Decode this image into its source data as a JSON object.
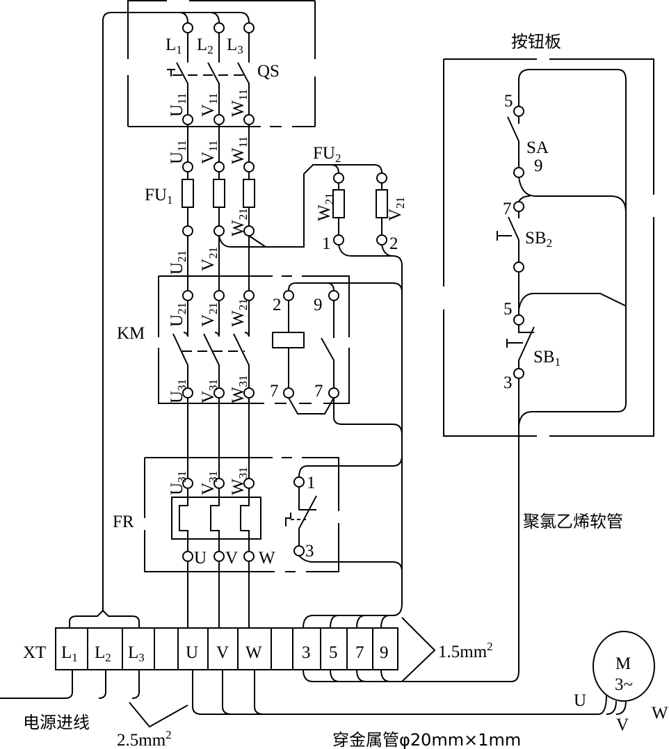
{
  "qs": {
    "label": "QS",
    "top": [
      {
        "m": "L",
        "s": "1"
      },
      {
        "m": "L",
        "s": "2"
      },
      {
        "m": "L",
        "s": "3"
      }
    ],
    "bottom": [
      {
        "m": "U",
        "s": "11"
      },
      {
        "m": "V",
        "s": "11"
      },
      {
        "m": "W",
        "s": "11"
      }
    ]
  },
  "fu1": {
    "label": {
      "m": "FU",
      "s": "1"
    },
    "top": [
      {
        "m": "U",
        "s": "11"
      },
      {
        "m": "V",
        "s": "11"
      },
      {
        "m": "W",
        "s": "11"
      }
    ],
    "bottom": [
      {
        "m": "U",
        "s": "21"
      },
      {
        "m": "V",
        "s": "21"
      },
      {
        "m": "W",
        "s": "21"
      }
    ]
  },
  "fu2": {
    "label": {
      "m": "FU",
      "s": "2"
    },
    "fuses": [
      {
        "m": "W",
        "s": "21"
      },
      {
        "m": "V",
        "s": "21"
      }
    ],
    "terminals": [
      "1",
      "2"
    ]
  },
  "km": {
    "label": "KM",
    "top": [
      {
        "m": "U",
        "s": "21"
      },
      {
        "m": "V",
        "s": "21"
      },
      {
        "m": "W",
        "s": "21"
      }
    ],
    "bottom": [
      {
        "m": "U",
        "s": "31"
      },
      {
        "m": "V",
        "s": "31"
      },
      {
        "m": "W",
        "s": "31"
      }
    ],
    "coil_top": "2",
    "aux_top": "9",
    "coil_bottom": "7",
    "aux_bottom": "7"
  },
  "fr": {
    "label": "FR",
    "top": [
      {
        "m": "U",
        "s": "31"
      },
      {
        "m": "V",
        "s": "31"
      },
      {
        "m": "W",
        "s": "31"
      }
    ],
    "bottom": [
      "U",
      "V",
      "W"
    ],
    "contact": [
      "1",
      "3"
    ]
  },
  "xt": {
    "label": "XT",
    "cells": [
      {
        "m": "L",
        "s": "1"
      },
      {
        "m": "L",
        "s": "2"
      },
      {
        "m": "L",
        "s": "3"
      },
      {
        "m": "",
        "s": ""
      },
      {
        "m": "U",
        "s": ""
      },
      {
        "m": "V",
        "s": ""
      },
      {
        "m": "W",
        "s": ""
      },
      {
        "m": "",
        "s": ""
      },
      {
        "m": "3",
        "s": ""
      },
      {
        "m": "5",
        "s": ""
      },
      {
        "m": "7",
        "s": ""
      },
      {
        "m": "9",
        "s": ""
      }
    ]
  },
  "motor": {
    "name": "M",
    "type": "3~",
    "leads": [
      "U",
      "V",
      "W"
    ]
  },
  "button_panel": {
    "title": "按钮板",
    "sa": {
      "label": "SA",
      "top": "5",
      "bottom": "9"
    },
    "sb2": {
      "label": {
        "m": "SB",
        "s": "2"
      },
      "top": "7"
    },
    "sb1": {
      "label": {
        "m": "SB",
        "s": "1"
      },
      "top": "5",
      "bottom": "3"
    }
  },
  "annotations": {
    "power_in": "电源进线",
    "power_wire": {
      "m": "2.5mm",
      "sup": "2"
    },
    "control_wire": {
      "m": "1.5mm",
      "sup": "2"
    },
    "conduit": "穿金属管φ20mm×1mm",
    "hose": "聚氯乙烯软管"
  }
}
